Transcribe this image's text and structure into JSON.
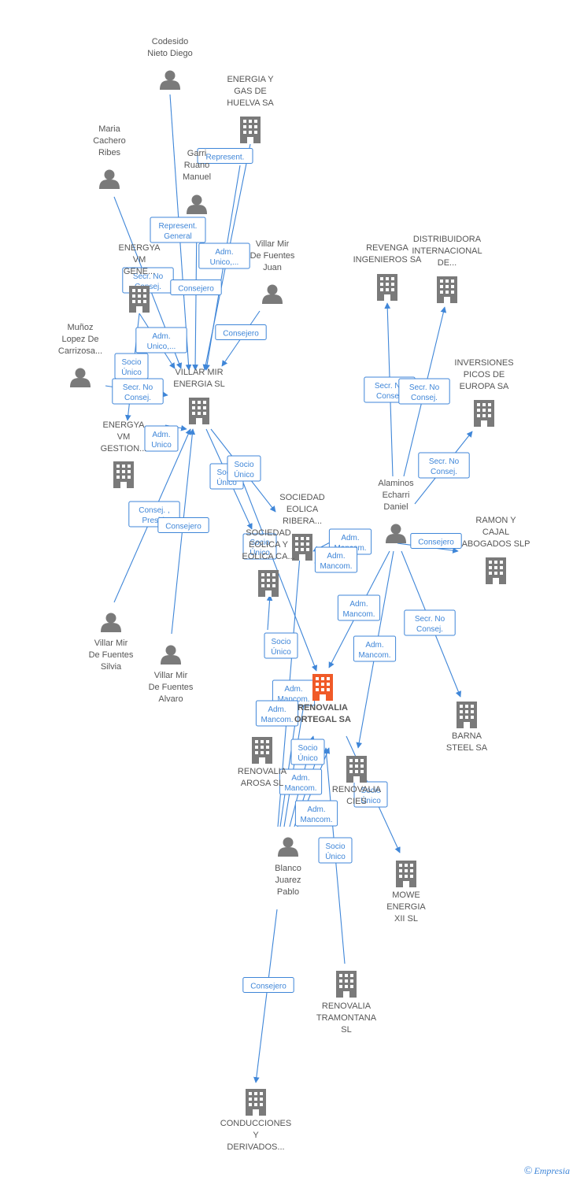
{
  "colors": {
    "edge": "#3f86d8",
    "node": "#7a7a7a",
    "focus": "#f05a28",
    "label": "#555555"
  },
  "nodes": [
    {
      "id": "codesido",
      "type": "person",
      "label": [
        "Codesido",
        "Nieto Diego"
      ]
    },
    {
      "id": "energia_gas",
      "type": "company",
      "label": [
        "ENERGIA Y",
        "GAS DE",
        "HUELVA SA"
      ]
    },
    {
      "id": "maria",
      "type": "person",
      "label": [
        "Maria",
        "Cachero",
        "Ribes"
      ]
    },
    {
      "id": "garrido",
      "type": "person",
      "label": [
        "Garri",
        "Ruano",
        "Manuel"
      ]
    },
    {
      "id": "energya_gen",
      "type": "company",
      "label": [
        "ENERGYA",
        "VM",
        "GENE..."
      ]
    },
    {
      "id": "villar_juan",
      "type": "person",
      "label": [
        "Villar Mir",
        "De Fuentes",
        "Juan"
      ]
    },
    {
      "id": "revenga",
      "type": "company",
      "label": [
        "REVENGA",
        "INGENIEROS SA"
      ]
    },
    {
      "id": "distribuidora",
      "type": "company",
      "label": [
        "DISTRIBUIDORA",
        "INTERNACIONAL",
        "DE..."
      ]
    },
    {
      "id": "munoz",
      "type": "person",
      "label": [
        "Muñoz",
        "Lopez De",
        "Carrizosa..."
      ]
    },
    {
      "id": "villar_energia",
      "type": "company",
      "label": [
        "VILLAR MIR",
        "ENERGIA  SL"
      ]
    },
    {
      "id": "inversiones",
      "type": "company",
      "label": [
        "INVERSIONES",
        "PICOS DE",
        "EUROPA SA"
      ]
    },
    {
      "id": "energya_gest",
      "type": "company",
      "label": [
        "ENERGYA",
        "VM",
        "GESTION..."
      ]
    },
    {
      "id": "alaminos",
      "type": "person",
      "label": [
        "Alaminos",
        "Echarri",
        "Daniel"
      ]
    },
    {
      "id": "sociedad_ribera",
      "type": "company",
      "label": [
        "SOCIEDAD",
        "EOLICA",
        "RIBERA..."
      ]
    },
    {
      "id": "ramon",
      "type": "company",
      "label": [
        "RAMON Y",
        "CAJAL",
        "ABOGADOS  SLP"
      ]
    },
    {
      "id": "sociedad_eolica2",
      "type": "company",
      "label": [
        "SOCIEDAD",
        "EOLICA Y",
        "EOLICA CA..."
      ]
    },
    {
      "id": "villar_silvia",
      "type": "person",
      "label": [
        "Villar Mir",
        "De Fuentes",
        "Silvia"
      ]
    },
    {
      "id": "villar_alvaro",
      "type": "person",
      "label": [
        "Villar Mir",
        "De Fuentes",
        "Alvaro"
      ]
    },
    {
      "id": "renovalia_ortegal",
      "type": "focus",
      "label": [
        "RENOVALIA",
        "ORTEGAL SA"
      ]
    },
    {
      "id": "barna",
      "type": "company",
      "label": [
        "BARNA",
        "STEEL SA"
      ]
    },
    {
      "id": "renovalia_arosa",
      "type": "company",
      "label": [
        "RENOVALIA",
        "AROSA SL"
      ]
    },
    {
      "id": "renovalia_ciesa",
      "type": "company",
      "label": [
        "RENOVALIA",
        "CIES"
      ]
    },
    {
      "id": "blanco",
      "type": "person",
      "label": [
        "Blanco",
        "Juarez",
        "Pablo"
      ]
    },
    {
      "id": "mowe",
      "type": "company",
      "label": [
        "MOWE",
        "ENERGIA",
        "XII  SL"
      ]
    },
    {
      "id": "renovalia_tram",
      "type": "company",
      "label": [
        "RENOVALIA",
        "TRAMONTANA",
        "SL"
      ]
    },
    {
      "id": "conducciones",
      "type": "company",
      "label": [
        "CONDUCCIONES",
        "Y",
        "DERIVADOS..."
      ]
    }
  ],
  "edge_labels": [
    [
      "Represent."
    ],
    [
      "Represent.",
      "General"
    ],
    [
      "Adm.",
      "Unico,..."
    ],
    [
      "Secr.  No",
      "Consej."
    ],
    [
      "Consejero"
    ],
    [
      "Consejero"
    ],
    [
      "Adm.",
      "Unico,..."
    ],
    [
      "Socio",
      "Único"
    ],
    [
      "Secr.  No",
      "Consej."
    ],
    [
      "Adm.",
      "Unico"
    ],
    [
      "Consej. ,",
      "Presid."
    ],
    [
      "Consejero"
    ],
    [
      "Socio",
      "Único"
    ],
    [
      "Socio",
      "Único"
    ],
    [
      "Socio",
      "Único"
    ],
    [
      "Secr.  No",
      "Consej."
    ],
    [
      "Secr.  No",
      "Consej."
    ],
    [
      "Secr.  No",
      "Consej."
    ],
    [
      "Adm.",
      "Mancom."
    ],
    [
      "Adm.",
      "Mancom."
    ],
    [
      "Consejero"
    ],
    [
      "Adm.",
      "Mancom."
    ],
    [
      "Adm.",
      "Mancom."
    ],
    [
      "Secr.  No",
      "Consej."
    ],
    [
      "Socio",
      "Único"
    ],
    [
      "Socio",
      "Único"
    ],
    [
      "Adm.",
      "Mancom."
    ],
    [
      "Adm.",
      "Mancom."
    ],
    [
      "Socio",
      "Único"
    ],
    [
      "Adm.",
      "Mancom."
    ],
    [
      "Adm.",
      "Mancom."
    ],
    [
      "Socio",
      "Único"
    ],
    [
      "Socio",
      "Único"
    ],
    [
      "Consejero"
    ]
  ],
  "footer": {
    "copyright": "©",
    "brand": "Empresia"
  }
}
